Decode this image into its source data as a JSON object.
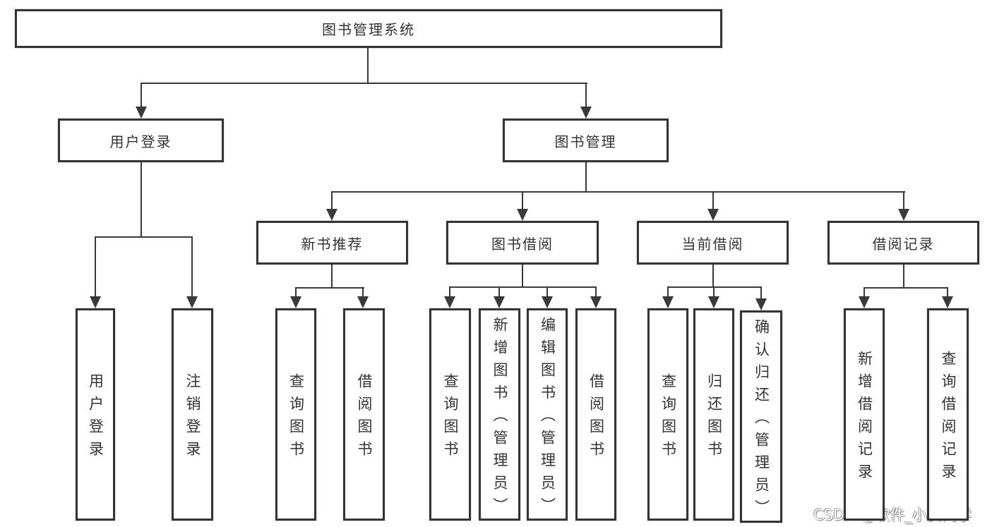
{
  "diagram": {
    "nodes": [
      {
        "id": "system",
        "label": "图书管理系统",
        "level": 1
      },
      {
        "id": "user-login",
        "label": "用户登录",
        "level": 2
      },
      {
        "id": "book-mgmt",
        "label": "图书管理",
        "level": 2
      },
      {
        "id": "new-book",
        "label": "新书推荐",
        "level": 3
      },
      {
        "id": "book-borrow",
        "label": "图书借阅",
        "level": 3
      },
      {
        "id": "current-borrow",
        "label": "当前借阅",
        "level": 3
      },
      {
        "id": "borrow-record",
        "label": "借阅记录",
        "level": 3
      },
      {
        "id": "leaf-user-login",
        "label": "用户登录",
        "level": 4
      },
      {
        "id": "leaf-logout",
        "label": "注销登录",
        "level": 4
      },
      {
        "id": "leaf-nb-query",
        "label": "查询图书",
        "level": 4
      },
      {
        "id": "leaf-nb-borrow",
        "label": "借阅图书",
        "level": 4
      },
      {
        "id": "leaf-bb-query",
        "label": "查询图书",
        "level": 4
      },
      {
        "id": "leaf-bb-add",
        "label": "新增图书（管理员）",
        "level": 4
      },
      {
        "id": "leaf-bb-edit",
        "label": "编辑图书（管理员）",
        "level": 4
      },
      {
        "id": "leaf-bb-borrow",
        "label": "借阅图书",
        "level": 4
      },
      {
        "id": "leaf-cb-query",
        "label": "查询图书",
        "level": 4
      },
      {
        "id": "leaf-cb-return",
        "label": "归还图书",
        "level": 4
      },
      {
        "id": "leaf-cb-confirm",
        "label": "确认归还（管理员）",
        "level": 4
      },
      {
        "id": "leaf-br-add",
        "label": "新增借阅记录",
        "level": 4
      },
      {
        "id": "leaf-br-query",
        "label": "查询借阅记录",
        "level": 4
      }
    ],
    "edges": [
      {
        "from": "图书管理系统",
        "to": [
          "用户登录",
          "图书管理"
        ]
      },
      {
        "from": "用户登录",
        "to": [
          "用户登录",
          "注销登录"
        ]
      },
      {
        "from": "图书管理",
        "to": [
          "新书推荐",
          "图书借阅",
          "当前借阅",
          "借阅记录"
        ]
      },
      {
        "from": "新书推荐",
        "to": [
          "查询图书",
          "借阅图书"
        ]
      },
      {
        "from": "图书借阅",
        "to": [
          "查询图书",
          "新增图书（管理员）",
          "编辑图书（管理员）",
          "借阅图书"
        ]
      },
      {
        "from": "当前借阅",
        "to": [
          "查询图书",
          "归还图书",
          "确认归还（管理员）"
        ]
      },
      {
        "from": "借阅记录",
        "to": [
          "新增借阅记录",
          "查询借阅记录"
        ]
      }
    ],
    "colors": {
      "line": "#3a3a3a",
      "box_border": "#343434",
      "text": "#333333",
      "background": "#ffffff"
    }
  },
  "watermark": {
    "text": "CSDN @软件_小贺同学"
  }
}
